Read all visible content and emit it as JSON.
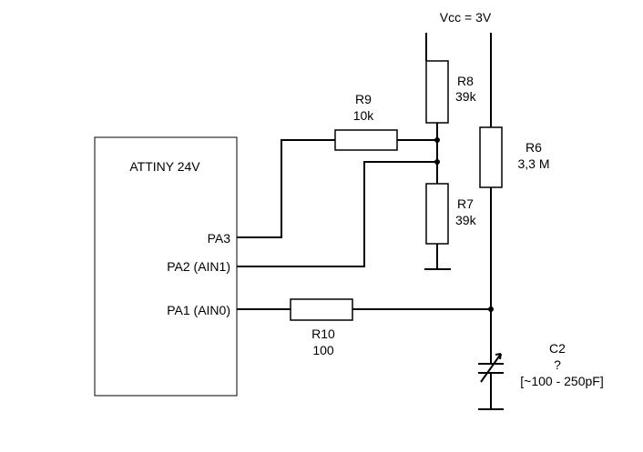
{
  "supply_label": "Vcc = 3V",
  "chip": {
    "name": "ATTINY 24V",
    "pins": {
      "pa3": "PA3",
      "pa2": "PA2 (AIN1)",
      "pa1": "PA1 (AIN0)"
    }
  },
  "components": {
    "r8": {
      "ref": "R8",
      "value": "39k"
    },
    "r9": {
      "ref": "R9",
      "value": "10k"
    },
    "r7": {
      "ref": "R7",
      "value": "39k"
    },
    "r6": {
      "ref": "R6",
      "value": "3,3 M"
    },
    "r10": {
      "ref": "R10",
      "value": "100"
    },
    "c2": {
      "ref": "C2",
      "value": "?",
      "range": "[~100 - 250pF]"
    }
  },
  "colors": {
    "ink": "#000000",
    "background": "#ffffff"
  }
}
